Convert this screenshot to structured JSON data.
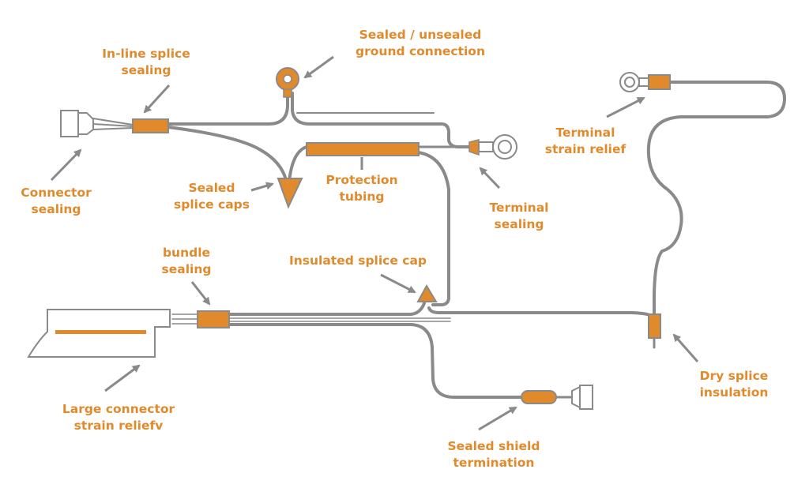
{
  "colors": {
    "accent": "#e08a2c",
    "wire": "#8a8a8a",
    "outline": "#8a8a8a",
    "background": "#ffffff"
  },
  "labels": {
    "inline_splice": [
      "In-line splice",
      "sealing"
    ],
    "ground_connection": [
      "Sealed / unsealed",
      "ground connection"
    ],
    "connector_sealing": [
      "Connector",
      "sealing"
    ],
    "splice_caps": [
      "Sealed",
      "splice caps"
    ],
    "protection_tubing": [
      "Protection",
      "tubing"
    ],
    "terminal_sealing": [
      "Terminal",
      "sealing"
    ],
    "terminal_strain_relief": [
      "Terminal",
      "strain relief"
    ],
    "bundle_sealing": [
      "bundle",
      "sealing"
    ],
    "insulated_splice_cap": [
      "Insulated splice cap"
    ],
    "large_connector": [
      "Large connector",
      "strain reliefv"
    ],
    "dry_splice": [
      "Dry splice",
      "insulation"
    ],
    "shield_termination": [
      "Sealed shield",
      "termination"
    ]
  }
}
